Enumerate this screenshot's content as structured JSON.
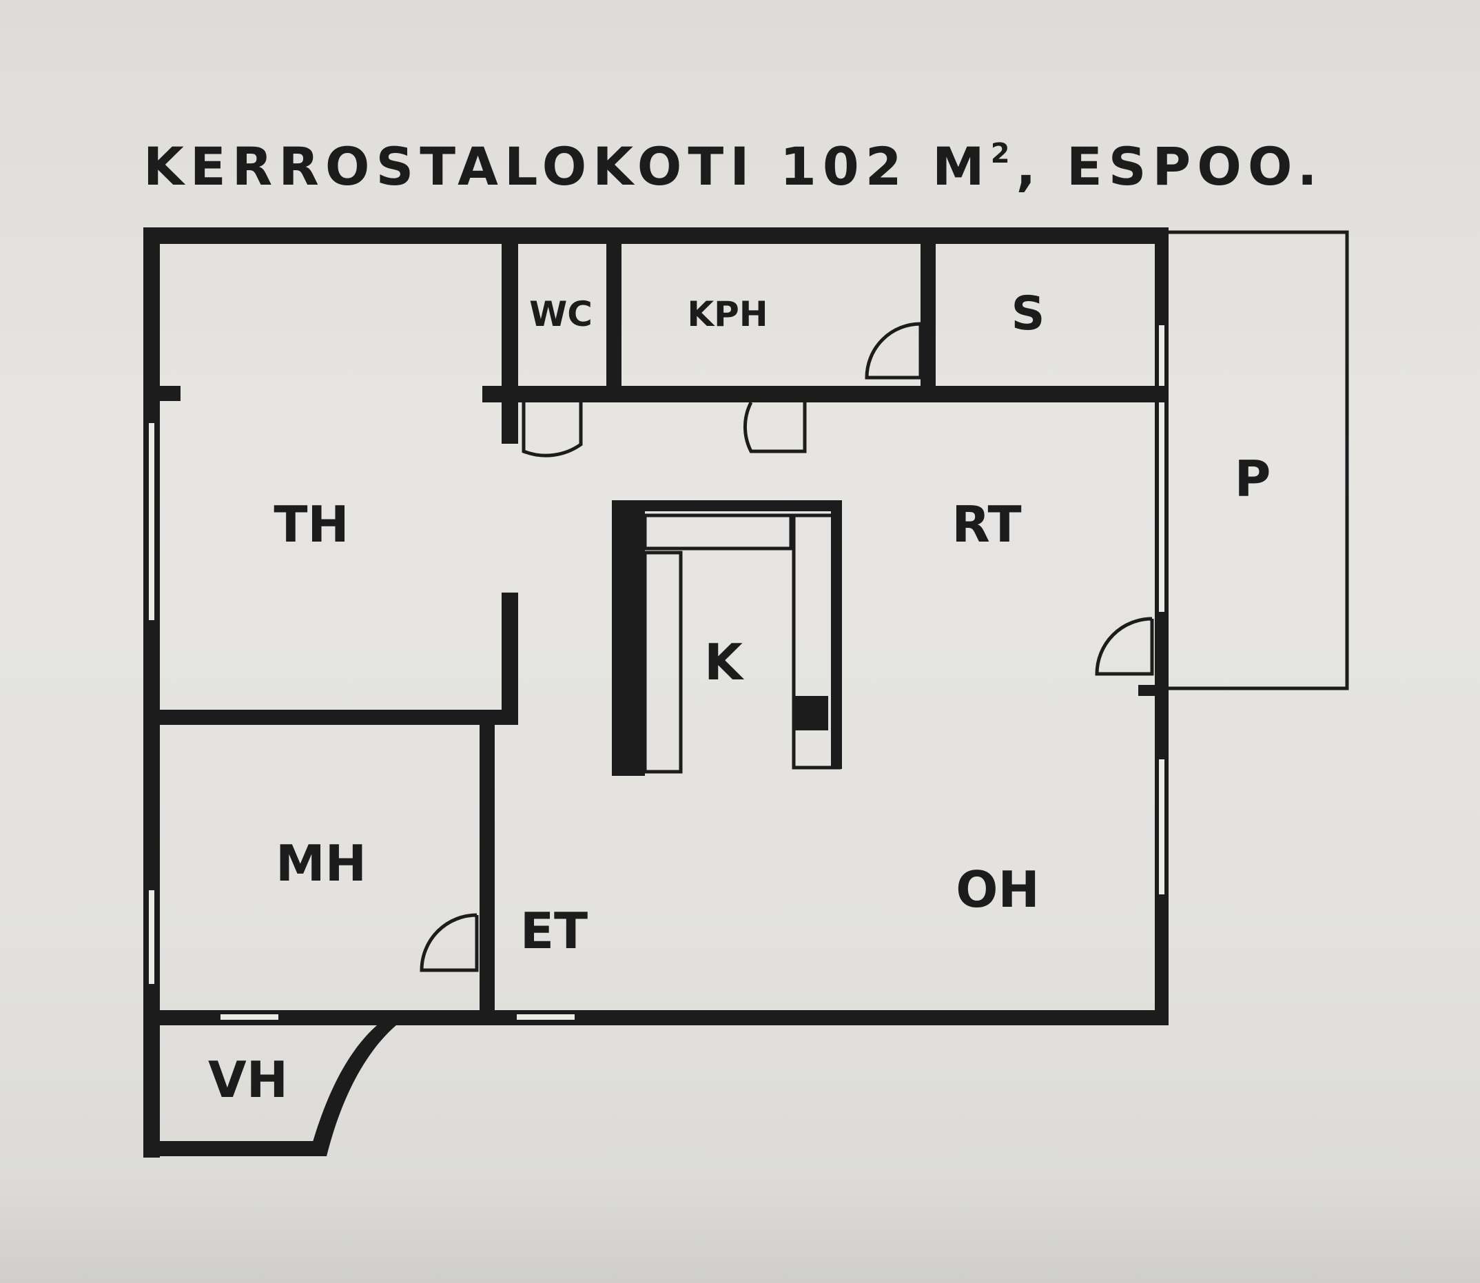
{
  "title": {
    "main": "KERROSTALOKOTI 102 M",
    "superscript": "2",
    "suffix": ", ESPOO."
  },
  "rooms": {
    "wc": "WC",
    "kph": "KPH",
    "s": "S",
    "th": "TH",
    "rt": "RT",
    "p": "P",
    "k": "K",
    "mh": "MH",
    "et": "ET",
    "oh": "OH",
    "vh": "VH"
  },
  "colors": {
    "ink": "#1d1c1d",
    "paper": "#e6e5e2"
  }
}
